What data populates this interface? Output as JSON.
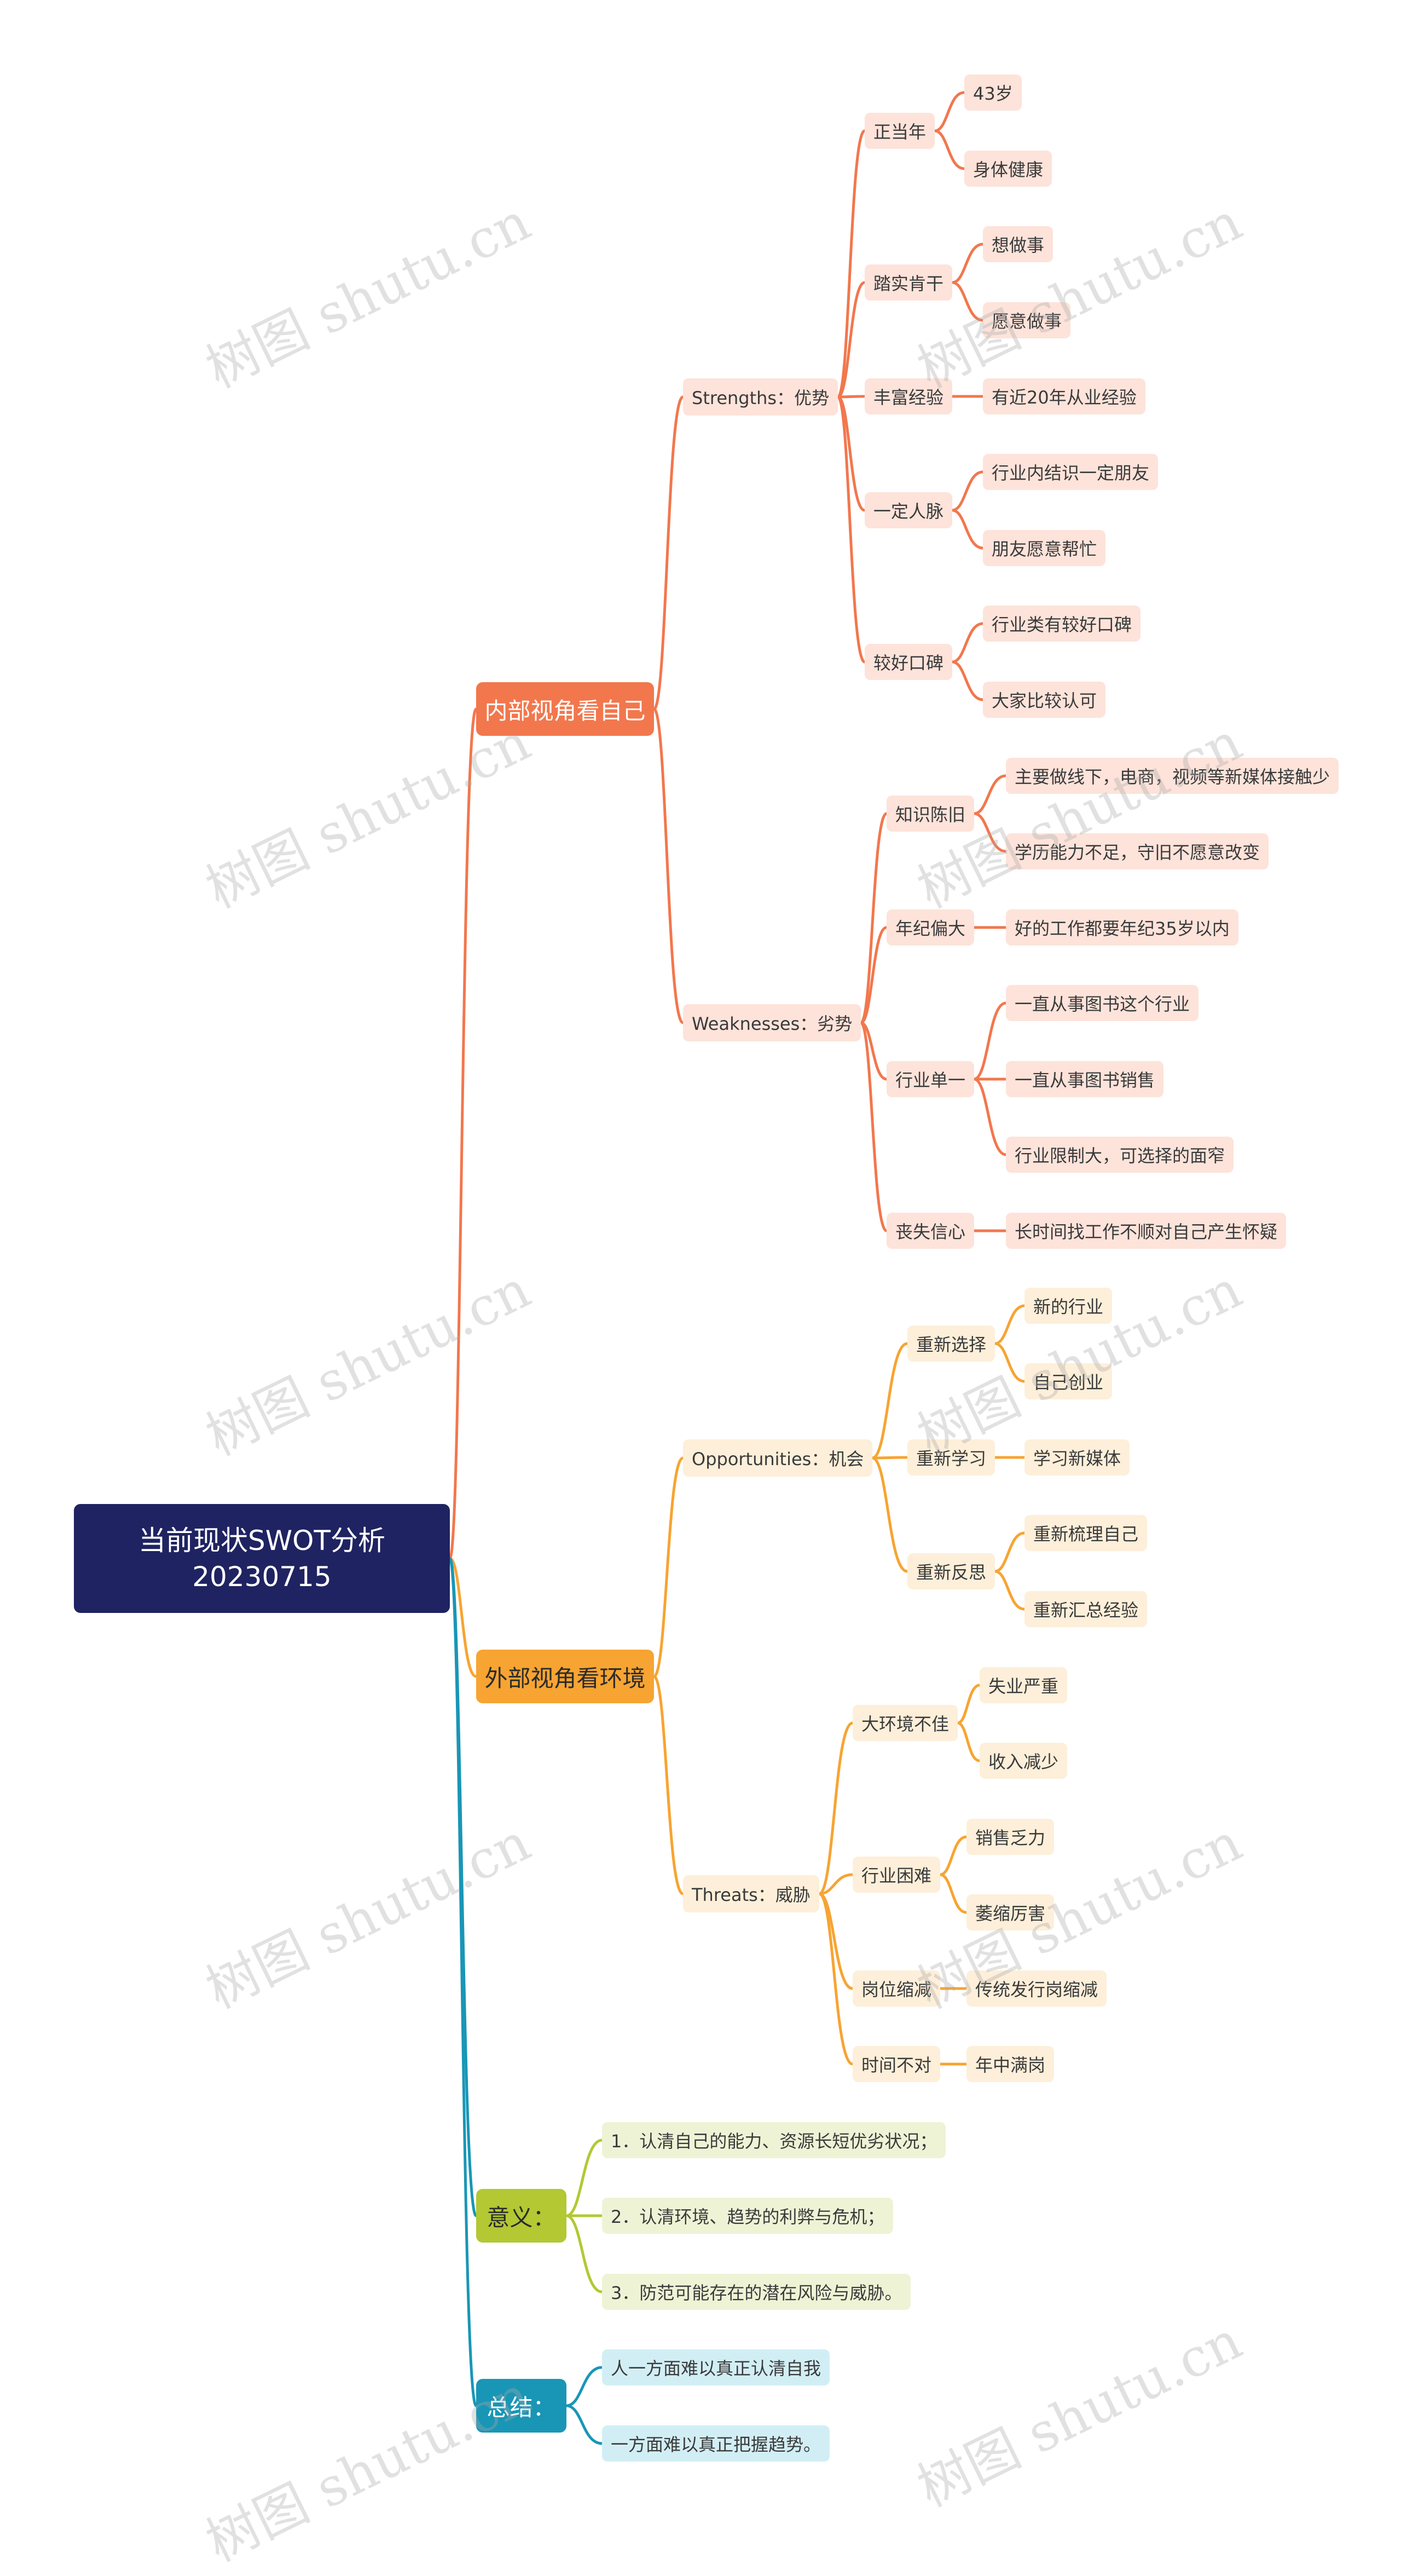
{
  "colors": {
    "root": "#1f2361",
    "internal": "#f2774d",
    "external": "#f7a432",
    "meaning": "#b3c833",
    "summary": "#1996b6"
  },
  "watermark": "树图 shutu.cn",
  "root": {
    "title": "当前现状SWOT分析20230715"
  },
  "internal": {
    "label": "内部视角看自己",
    "strengths": {
      "label": "Strengths：优势",
      "items": [
        {
          "label": "正当年",
          "children": [
            "43岁",
            "身体健康"
          ]
        },
        {
          "label": "踏实肯干",
          "children": [
            "想做事",
            "愿意做事"
          ]
        },
        {
          "label": "丰富经验",
          "children": [
            "有近20年从业经验"
          ]
        },
        {
          "label": "一定人脉",
          "children": [
            "行业内结识一定朋友",
            "朋友愿意帮忙"
          ]
        },
        {
          "label": "较好口碑",
          "children": [
            "行业类有较好口碑",
            "大家比较认可"
          ]
        }
      ]
    },
    "weaknesses": {
      "label": "Weaknesses：劣势",
      "items": [
        {
          "label": "知识陈旧",
          "children": [
            "主要做线下，电商，视频等新媒体接触少",
            "学历能力不足，守旧不愿意改变"
          ]
        },
        {
          "label": "年纪偏大",
          "children": [
            "好的工作都要年纪35岁以内"
          ]
        },
        {
          "label": "行业单一",
          "children": [
            "一直从事图书这个行业",
            "一直从事图书销售",
            "行业限制大，可选择的面窄"
          ]
        },
        {
          "label": "丧失信心",
          "children": [
            "长时间找工作不顺对自己产生怀疑"
          ]
        }
      ]
    }
  },
  "external": {
    "label": "外部视角看环境",
    "opportunities": {
      "label": "Opportunities：机会",
      "items": [
        {
          "label": "重新选择",
          "children": [
            "新的行业",
            "自己创业"
          ]
        },
        {
          "label": "重新学习",
          "children": [
            "学习新媒体"
          ]
        },
        {
          "label": "重新反思",
          "children": [
            "重新梳理自己",
            "重新汇总经验"
          ]
        }
      ]
    },
    "threats": {
      "label": "Threats：威胁",
      "items": [
        {
          "label": "大环境不佳",
          "children": [
            "失业严重",
            "收入减少"
          ]
        },
        {
          "label": "行业困难",
          "children": [
            "销售乏力",
            "萎缩厉害"
          ]
        },
        {
          "label": "岗位缩减",
          "children": [
            "传统发行岗缩减"
          ]
        },
        {
          "label": "时间不对",
          "children": [
            "年中满岗"
          ]
        }
      ]
    }
  },
  "meaning": {
    "label": "意义：",
    "items": [
      "1．认清自己的能力、资源长短优劣状况；",
      "2．认清环境、趋势的利弊与危机；",
      "3．防范可能存在的潜在风险与威胁。"
    ]
  },
  "summary": {
    "label": "总结：",
    "items": [
      "人一方面难以真正认清自我",
      "一方面难以真正把握趋势。"
    ]
  }
}
